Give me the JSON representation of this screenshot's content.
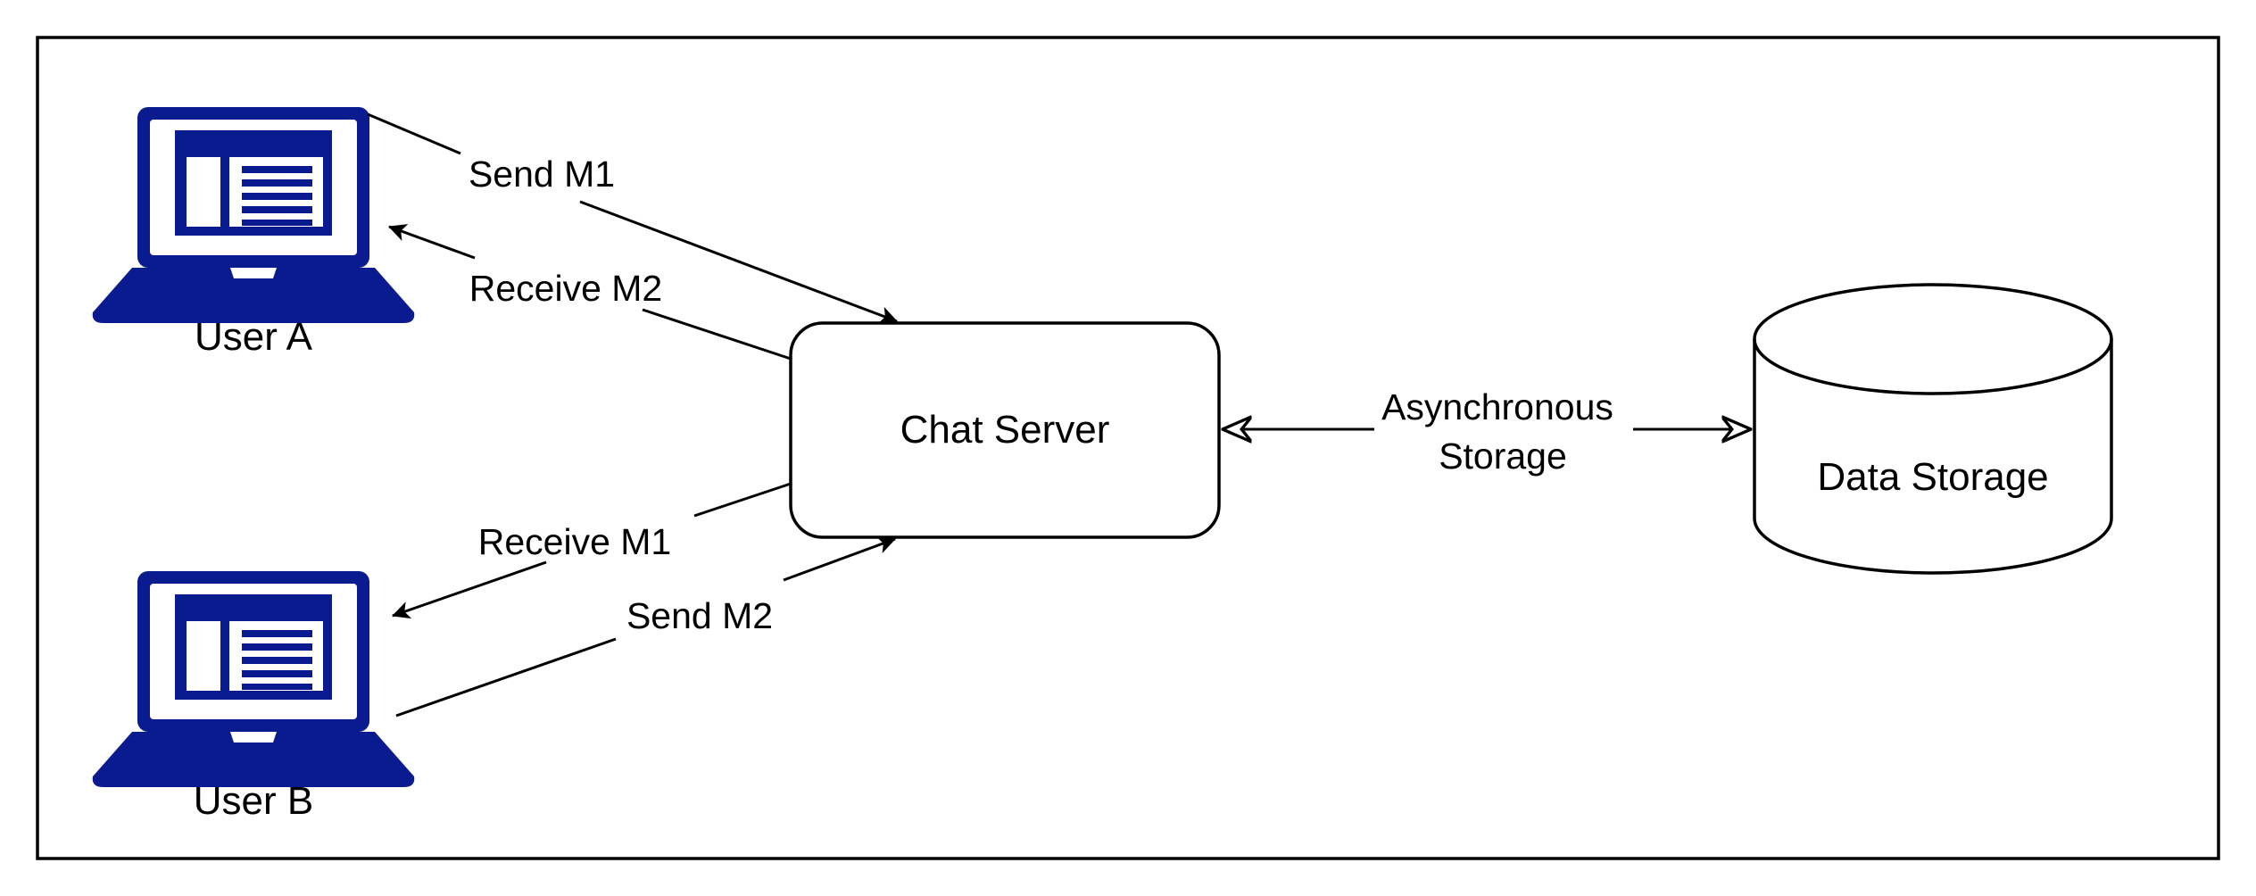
{
  "diagram": {
    "nodes": {
      "user_a": {
        "label": "User A"
      },
      "user_b": {
        "label": "User B"
      },
      "chat_server": {
        "label": "Chat Server"
      },
      "data_storage": {
        "label": "Data Storage"
      }
    },
    "edges": {
      "send_m1": {
        "label": "Send M1",
        "from": "User A",
        "to": "Chat Server"
      },
      "receive_m2": {
        "label": "Receive M2",
        "from": "Chat Server",
        "to": "User A"
      },
      "receive_m1": {
        "label": "Receive M1",
        "from": "Chat Server",
        "to": "User B"
      },
      "send_m2": {
        "label": "Send M2",
        "from": "User B",
        "to": "Chat Server"
      },
      "async_storage": {
        "label_line1": "Asynchronous",
        "label_line2": "Storage",
        "from": "Chat Server",
        "to": "Data Storage",
        "bidirectional": true
      }
    },
    "colors": {
      "laptop": "#0a1a8f",
      "stroke": "#000000",
      "background": "#ffffff"
    },
    "icons": [
      "laptop-icon",
      "database-cylinder-icon"
    ]
  }
}
